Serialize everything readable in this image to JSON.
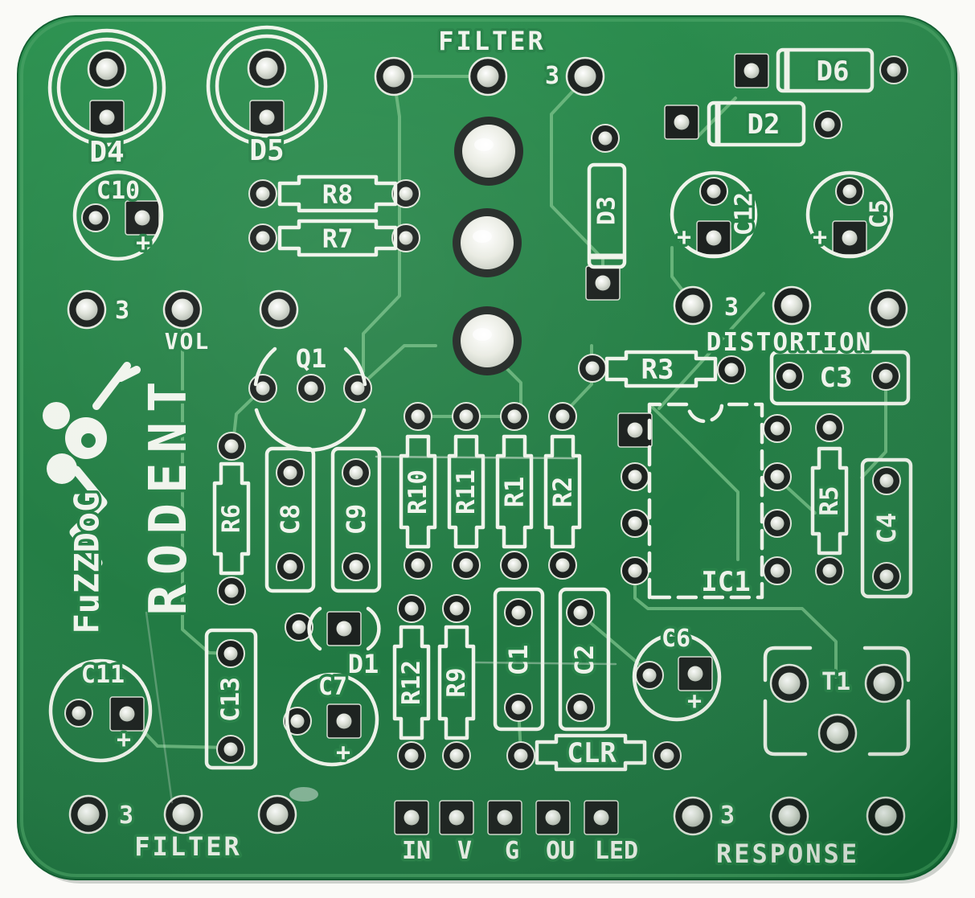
{
  "meta": {
    "description": "Scan of a green printed circuit board (guitar pedal), component side with white silkscreen legend"
  },
  "board": {
    "brand": "FuZZDoG",
    "model": "RODENT",
    "pot_labels": {
      "filter_top": "FILTER",
      "vol": "VOL",
      "distortion": "DISTORTION",
      "filter_bottom": "FILTER",
      "response": "RESPONSE"
    },
    "pot_pin_marker": "3",
    "polarity_marker": "+",
    "connector_pins": [
      "IN",
      "V",
      "G",
      "OU",
      "LED"
    ],
    "refs": {
      "d1": "D1",
      "d2": "D2",
      "d3": "D3",
      "d4": "D4",
      "d5": "D5",
      "d6": "D6",
      "r1": "R1",
      "r2": "R2",
      "r3": "R3",
      "r5": "R5",
      "r6": "R6",
      "r7": "R7",
      "r8": "R8",
      "r9": "R9",
      "r10": "R10",
      "r11": "R11",
      "r12": "R12",
      "c1": "C1",
      "c2": "C2",
      "c3": "C3",
      "c4": "C4",
      "c5": "C5",
      "c6": "C6",
      "c7": "C7",
      "c8": "C8",
      "c9": "C9",
      "c10": "C10",
      "c11": "C11",
      "c12": "C12",
      "c13": "C13",
      "q1": "Q1",
      "ic1": "IC1",
      "t1": "T1",
      "clr": "CLR"
    },
    "colors": {
      "board_green": "#1f7d41",
      "silkscreen": "#f0f4ec",
      "trace": "#6cb87e",
      "pad_ring": "#141917",
      "solder": "#ccd2c8",
      "scan_background": "#fafaf7"
    }
  }
}
